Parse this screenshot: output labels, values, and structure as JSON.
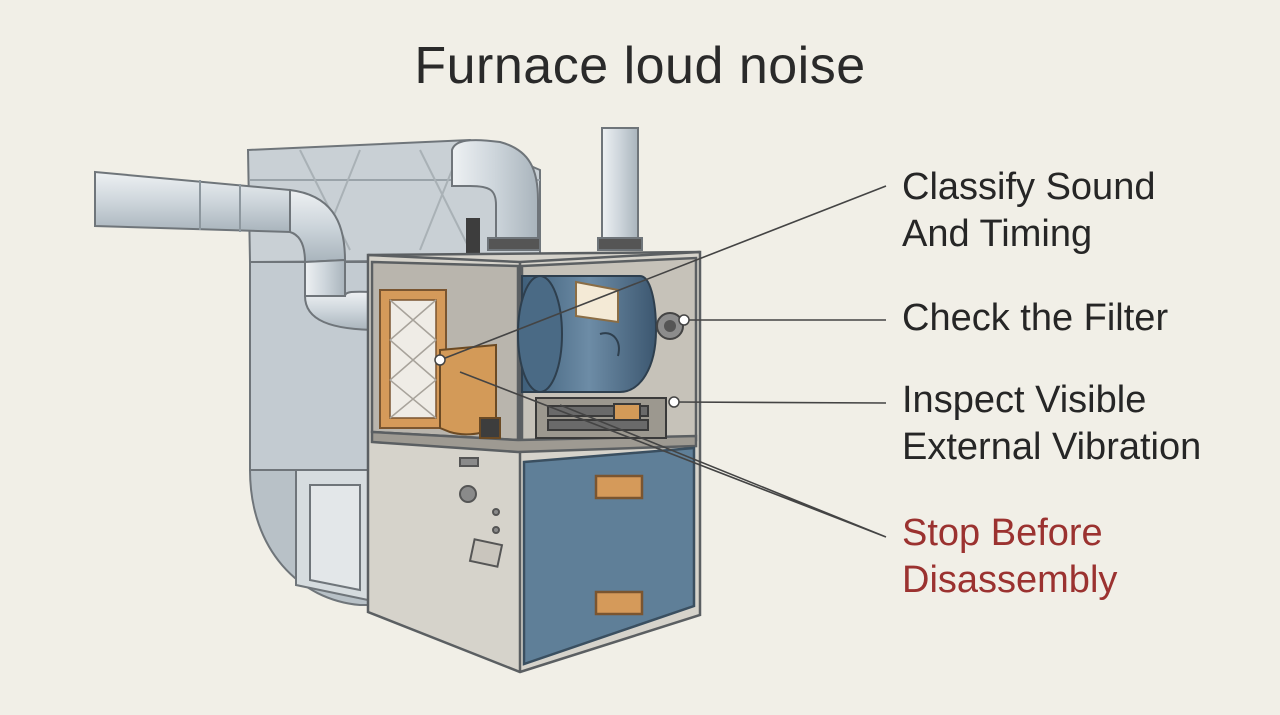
{
  "title": "Furnace loud noise",
  "callouts": [
    {
      "id": "classify",
      "lines": [
        "Classify Sound",
        "And Timing"
      ],
      "color": "#262626"
    },
    {
      "id": "filter",
      "lines": [
        "Check the Filter"
      ],
      "color": "#262626"
    },
    {
      "id": "vibration",
      "lines": [
        "Inspect Visible",
        "External Vibration"
      ],
      "color": "#262626"
    },
    {
      "id": "stop",
      "lines": [
        "Stop Before",
        "Disassembly"
      ],
      "color": "#9b3230"
    }
  ],
  "palette": {
    "background": "#f1efe7",
    "duct": "#cfd6da",
    "cabinet": "#d8d5cd",
    "blue_panel": "#5f7f98",
    "filter_frame": "#d59a5a",
    "accent_red": "#9b3230"
  }
}
